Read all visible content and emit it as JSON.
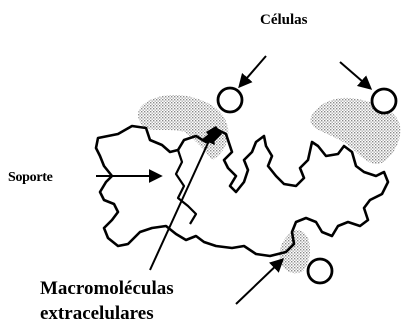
{
  "labels": {
    "cells": "Células",
    "support": "Soporte",
    "macro_line1": "Macromoléculas",
    "macro_line2": "extracelulares"
  },
  "colors": {
    "ink": "#000000",
    "stipple": "#9a9a9a",
    "background": "#ffffff"
  }
}
